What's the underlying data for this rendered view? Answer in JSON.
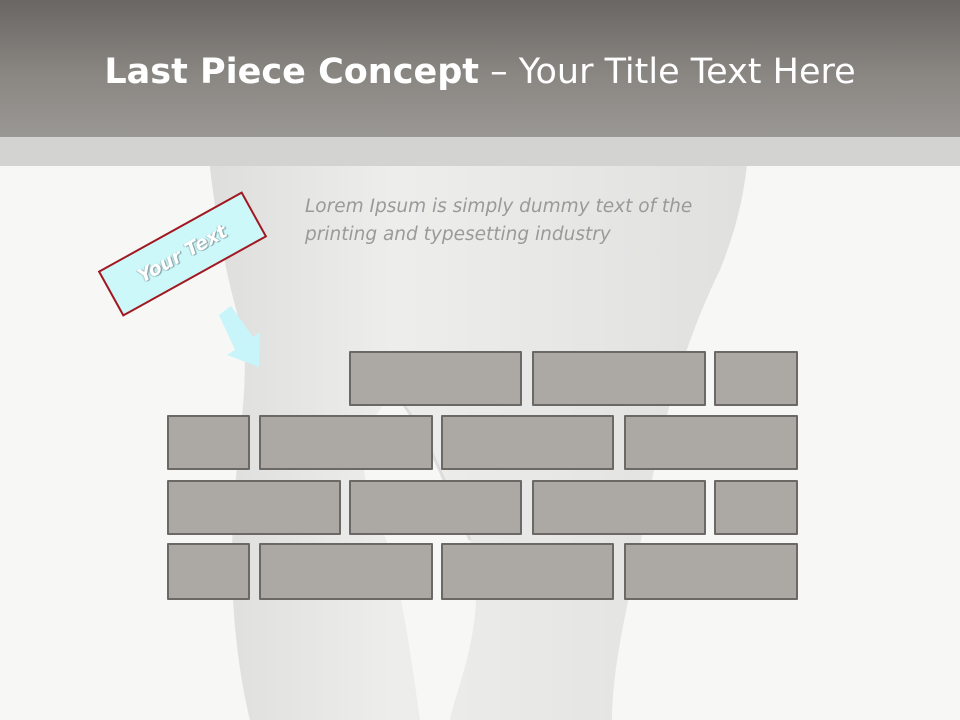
{
  "slide": {
    "title_bold": "Last Piece Concept",
    "title_rest": " – Your Title Text Here",
    "subtitle_line1": "Lorem Ipsum is simply dummy text of the",
    "subtitle_line2": "printing and typesetting industry",
    "callout": {
      "label": "Your Text",
      "fill_color": "#ccf8fa",
      "border_color": "#a31720",
      "arrow_icon": "arrow-down-right-icon",
      "arrow_color": "#c7f5f9"
    },
    "brick_wall": {
      "row_count": 4,
      "bricks_per_row": [
        3,
        4,
        4,
        4
      ],
      "brick_color": "#aca8a4",
      "brick_border_color": "#6b6866"
    },
    "colors": {
      "title_bar": "#8a8783",
      "title_text": "#ffffff",
      "subtitle_text": "#9a9a9a",
      "background": "#f7f7f6"
    }
  }
}
